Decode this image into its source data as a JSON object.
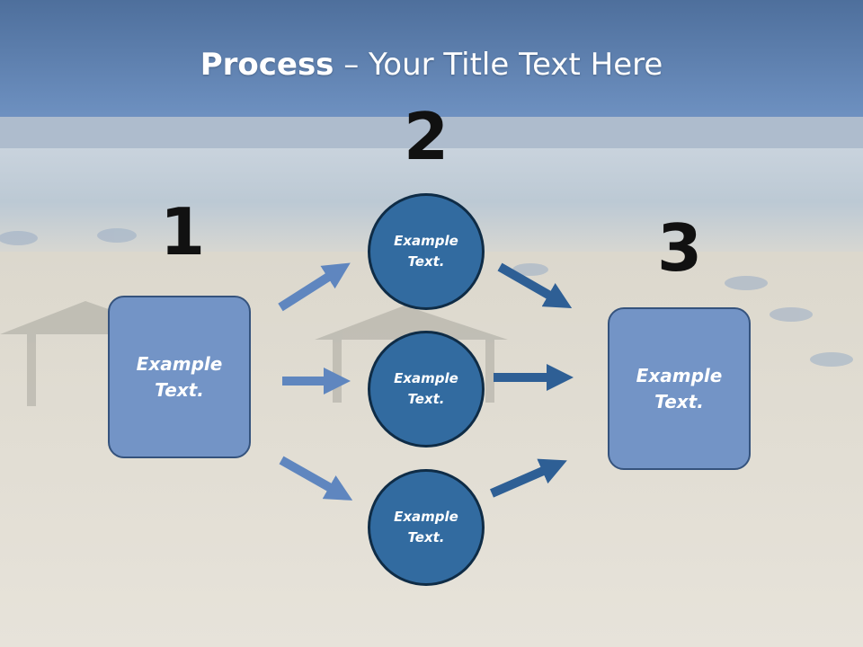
{
  "title": {
    "bold": "Process",
    "rest": " – Your Title Text Here"
  },
  "steps": {
    "n1": "1",
    "n2": "2",
    "n3": "3"
  },
  "boxes": {
    "left": "Example\nText.",
    "right": "Example\nText."
  },
  "circles": {
    "top": "Example\nText.",
    "middle": "Example\nText.",
    "bottom": "Example\nText."
  },
  "colors": {
    "box_fill": "#7394c6",
    "circle_fill": "#326ba0",
    "arrow_light": "#5f86bf",
    "arrow_dark": "#2e5f95"
  }
}
